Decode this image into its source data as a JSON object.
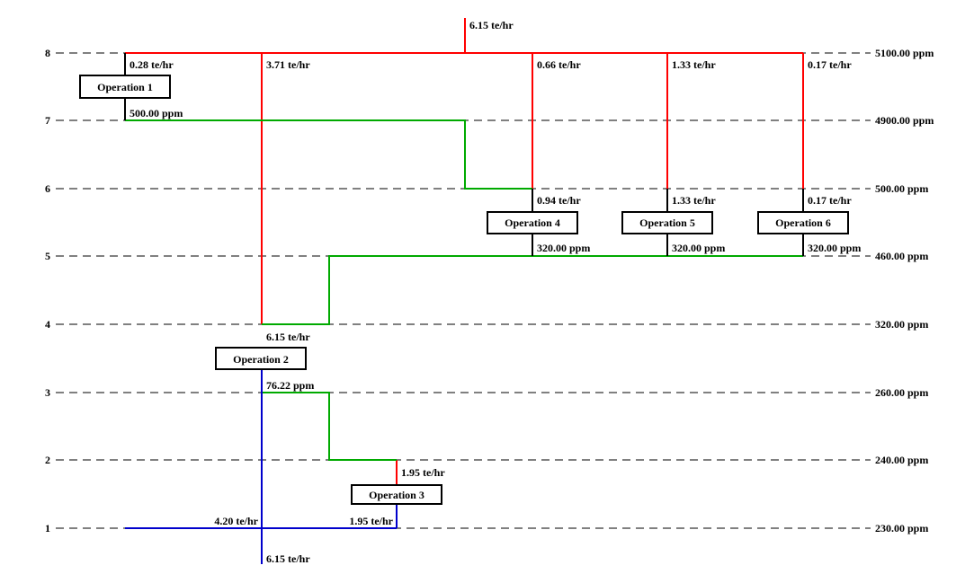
{
  "colors": {
    "fresh_water": "#ff0000",
    "reuse": "#00aa00",
    "waste": "#0000cc",
    "lines": "#000000"
  },
  "levels": [
    {
      "index": "8",
      "concentration": "5100.00 ppm"
    },
    {
      "index": "7",
      "concentration": "4900.00 ppm"
    },
    {
      "index": "6",
      "concentration": "500.00 ppm"
    },
    {
      "index": "5",
      "concentration": "460.00 ppm"
    },
    {
      "index": "4",
      "concentration": "320.00 ppm"
    },
    {
      "index": "3",
      "concentration": "260.00 ppm"
    },
    {
      "index": "2",
      "concentration": "240.00 ppm"
    },
    {
      "index": "1",
      "concentration": "230.00 ppm"
    }
  ],
  "operations": {
    "op1": "Operation 1",
    "op2": "Operation 2",
    "op3": "Operation 3",
    "op4": "Operation 4",
    "op5": "Operation 5",
    "op6": "Operation 6"
  },
  "flows": {
    "top_inlet": "6.15 te/hr",
    "op1_in": "0.28 te/hr",
    "main_branch": "3.71 te/hr",
    "op4_branch": "0.66 te/hr",
    "op5_branch": "1.33 te/hr",
    "op6_branch": "0.17 te/hr",
    "op4_in": "0.94 te/hr",
    "op5_in": "1.33 te/hr",
    "op6_in": "0.17 te/hr",
    "op2_in": "6.15 te/hr",
    "op3_in": "1.95 te/hr",
    "waste_left": "4.20 te/hr",
    "op3_out": "1.95 te/hr",
    "bottom_outlet": "6.15 te/hr"
  },
  "outlet_concentrations": {
    "op1": "500.00 ppm",
    "op4": "320.00 ppm",
    "op5": "320.00 ppm",
    "op6": "320.00 ppm",
    "op2": "76.22 ppm"
  }
}
